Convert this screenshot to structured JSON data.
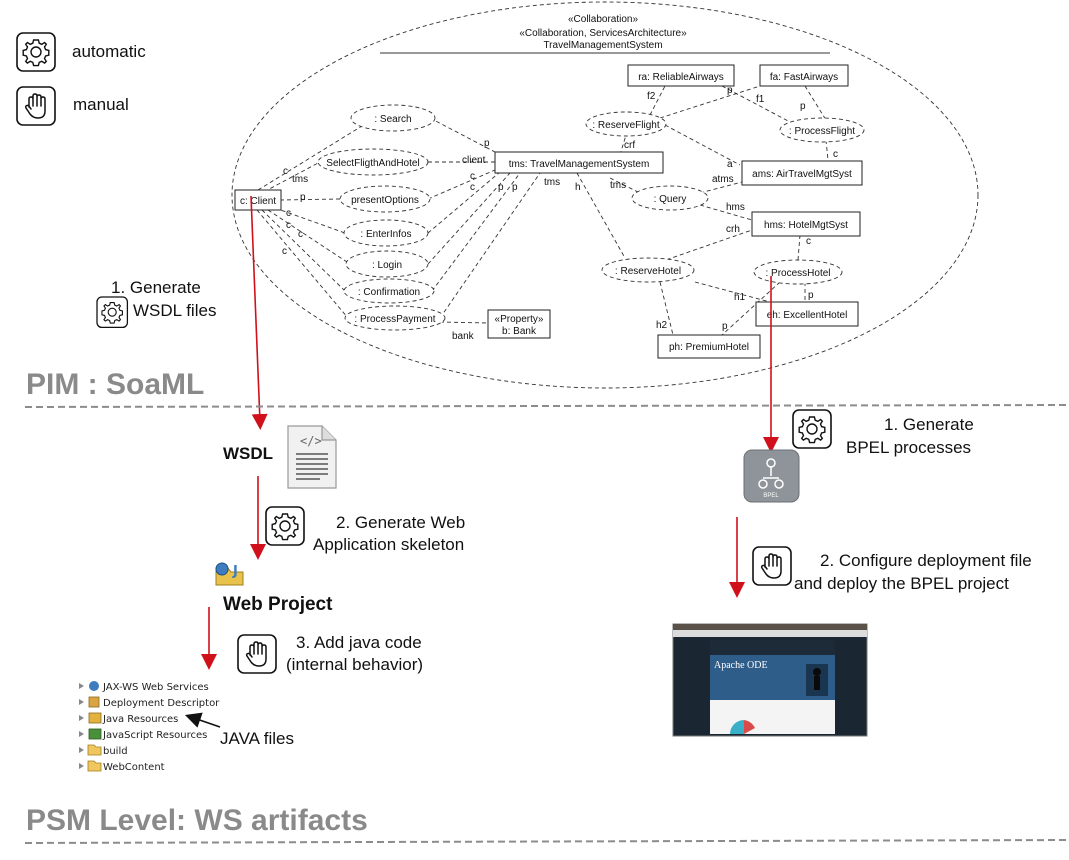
{
  "legend": {
    "automatic": "automatic",
    "manual": "manual"
  },
  "collab": {
    "stereotype": "«Collaboration»",
    "stereotype2": "«Collaboration, ServicesArchitecture»",
    "name": "TravelManagementSystem"
  },
  "nodes": {
    "client": "c: Client",
    "tms": "tms: TravelManagementSystem",
    "ra": "ra: ReliableAirways",
    "fa": "fa: FastAirways",
    "ams": "ams: AirTravelMgtSyst",
    "hms": "hms: HotelMgtSyst",
    "eh": "eh: ExcellentHotel",
    "ph": "ph: PremiumHotel",
    "bank_stereo": "«Property»",
    "bank": "b: Bank"
  },
  "services": {
    "search": ": Search",
    "select": "SelectFligthAndHotel",
    "present": "presentOptions",
    "enter": ": EnterInfos",
    "login": ": Login",
    "confirm": ": Confirmation",
    "payment": ": ProcessPayment",
    "reserve_flight": ": ReserveFlight",
    "process_flight": ": ProcessFlight",
    "query": ": Query",
    "reserve_hotel": ": ReserveHotel",
    "process_hotel": ": ProcessHotel"
  },
  "roles": {
    "c": "c",
    "p": "p",
    "tms": "tms",
    "client": "client",
    "bank": "bank",
    "crf": "crf",
    "h": "h",
    "f1": "f1",
    "f2": "f2",
    "a": "a",
    "atms": "atms",
    "hms": "hms",
    "crh": "crh",
    "h1": "h1",
    "h2": "h2"
  },
  "steps": {
    "gen_wsdl_1": "1.    Generate",
    "gen_wsdl_2": "WSDL files",
    "wsdl": "WSDL",
    "gen_web_1": "2. Generate Web",
    "gen_web_2": "Application skeleton",
    "web_project": "Web Project",
    "add_java_1": "3. Add java code",
    "add_java_2": "(internal behavior)",
    "java_files": "JAVA files",
    "gen_bpel_1": "1. Generate",
    "gen_bpel_2": "BPEL processes",
    "bpel_icon_label": "BPEL",
    "config_1": "2. Configure deployment file",
    "config_2": "and deploy the BPEL project"
  },
  "tree_items": [
    "JAX-WS Web Services",
    "Deployment Descriptor",
    "Java Resources",
    "JavaScript Resources",
    "build",
    "WebContent"
  ],
  "ode": {
    "title": "Apache ODE"
  },
  "levels": {
    "pim": "PIM : SoaML",
    "psm": "PSM Level: WS artifacts"
  },
  "colors": {
    "arrow": "#d0101b",
    "level_text": "#8a8a8a",
    "ode_bg": "#1a2733",
    "ode_header": "#2f5d8a"
  }
}
